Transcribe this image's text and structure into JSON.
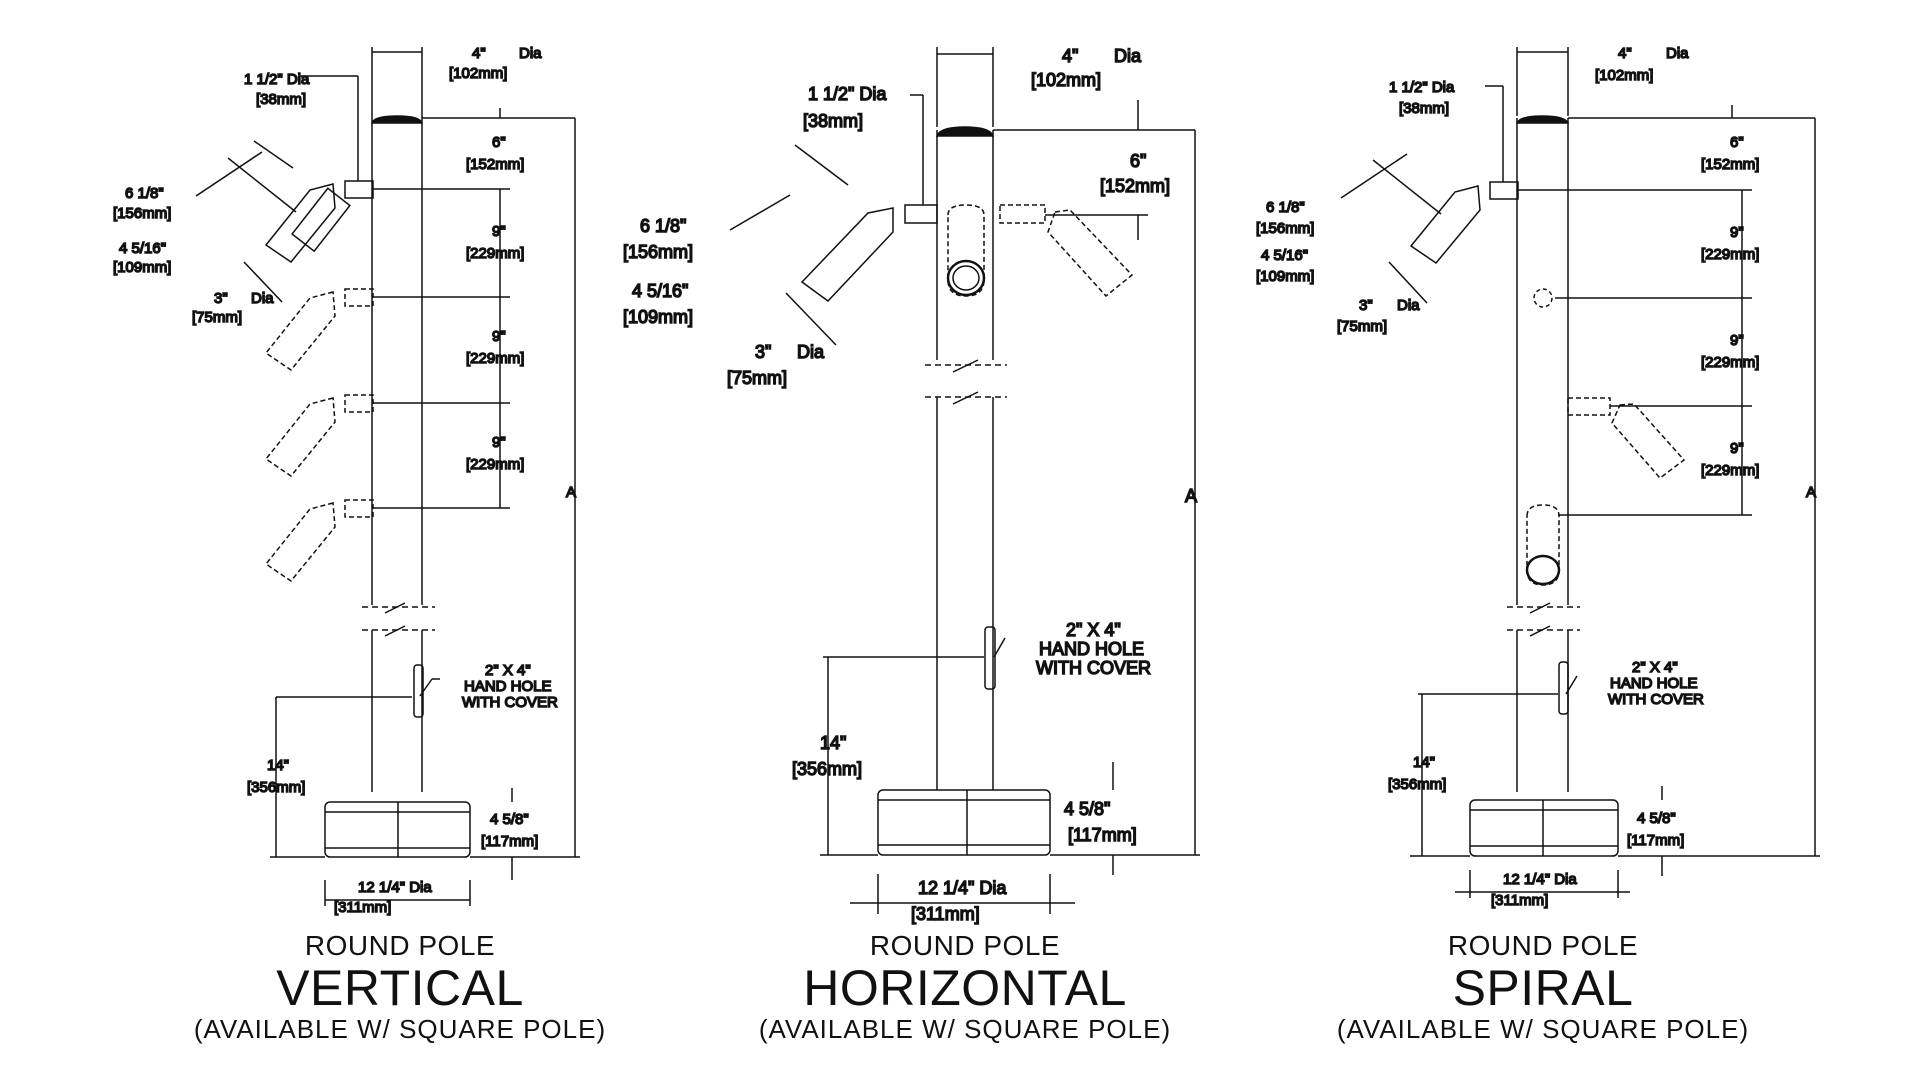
{
  "labels": {
    "pole_dia": "4\"",
    "pole_dia_word": "Dia",
    "pole_dia_mm": "[102mm]",
    "arm_dia": "1 1/2\"  Dia",
    "arm_dia_mm": "[38mm]",
    "top_gap": "6\"",
    "top_gap_mm": "[152mm]",
    "spacing": "9\"",
    "spacing_mm": "[229mm]",
    "fixture_len": "6 1/8\"",
    "fixture_len_mm": "[156mm]",
    "fixture_len2": "4 5/16\"",
    "fixture_len2_mm": "[109mm]",
    "fixture_dia": "3\"",
    "fixture_dia_word": "Dia",
    "fixture_dia_mm": "[75mm]",
    "hand_hole_1": "2\" X 4\"",
    "hand_hole_2": "HAND HOLE",
    "hand_hole_3": "WITH COVER",
    "hole_height": "14\"",
    "hole_height_mm": "[356mm]",
    "base_height": "4 5/8\"",
    "base_height_mm": "[117mm]",
    "base_dia": "12 1/4\"  Dia",
    "base_dia_mm": "[311mm]",
    "overall": "A"
  },
  "captions": [
    {
      "line1": "ROUND POLE",
      "line2": "VERTICAL",
      "line3": "(AVAILABLE W/ SQUARE POLE)"
    },
    {
      "line1": "ROUND POLE",
      "line2": "HORIZONTAL",
      "line3": "(AVAILABLE W/ SQUARE POLE)"
    },
    {
      "line1": "ROUND POLE",
      "line2": "SPIRAL",
      "line3": "(AVAILABLE W/ SQUARE POLE)"
    }
  ]
}
